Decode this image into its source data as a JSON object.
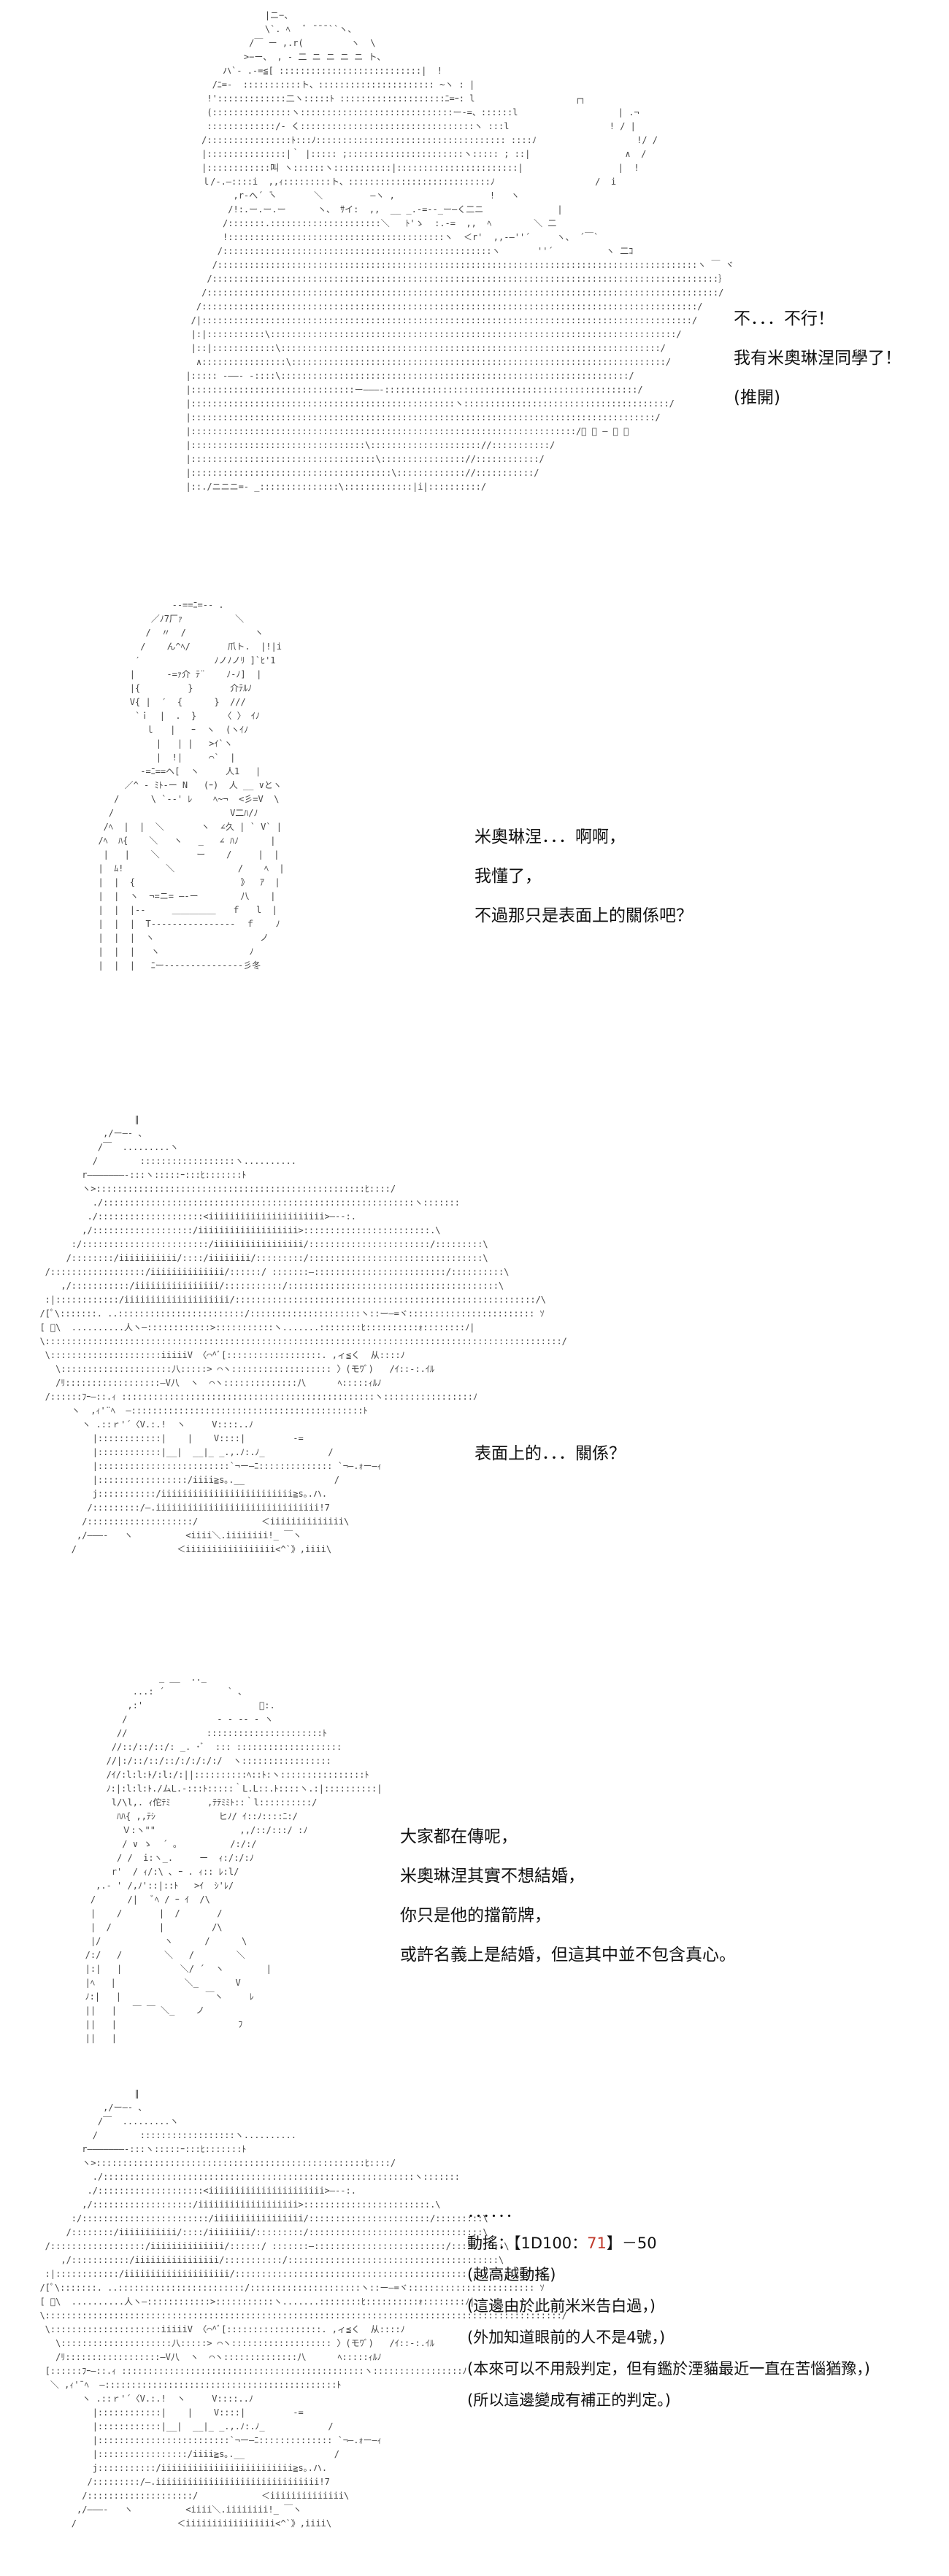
{
  "panels": [
    {
      "id": "p1",
      "art": "                 |ニ−、\n                 \\`. ﾍ   ﾞ ̄ ̄ ̄ ``ヽ、\n              /￣ ー ,.r(         ヽ  \\\n             >−ー、 , - 二 ニ ニ ニ ニ ト、\n         ハ`‐ .-=≦[ :::::::::::::::::::::::::::|  !\n       /ﾆ=-  :::::::::::ト、:::::::::::::::::::::: ~ヽ : |\n      !':::::::::::::二ヽ:::::ﾄ ::::::::::::::::::::ﾆ=ｰ: l                   ┌┐\n      (:::::::::::::::ヽ:::::::::::::::::::::::::::::ー-=、::::::l                   | .¬\n      :::::::::::::/‐ く:::::::::::::::::::::::::::::::::ヽ :::l                   ! / |\n     /::::::::::::::::ﾄ:::ﾉ:::::::::::::::::::::::::::::::::::: ::::ﾉ                   !/ /\n     |:::::::::::::::|｀ |::::: ;::::::::::::::::::::::ヽ::::: ; ::|                  ∧  /\n     |::::::::::::叫 ヽ::::::ヽ:::::::::::|:::::::::::::::::::::::|                  |  !\n     ｌ/‐.―::::i  ,,ｨ:::::::::ト、:::::::::::::::::::::::::::ﾉ                   /  i\n           ,r‐へ´ ̄ヽ       ＼         ―ヽ ,                  !   ヽ\n          /!:.ー.ー.ー      ヽ、 ｻイ:  ,,  __ _.-=-‐_ー―く二ニ              |\n         /:::::::.:::::::::::::::::::::＼   ﾄ'ゝ  :.-=  ,,  ﾍ        ＼ 二\n         !:::::::::::::::::::::::::::::::::::::::::ヽ  ＜r'  ,,-―''´     ヽ、 ´￣`\n        /:::::::::::::::::::::::::::::::::::::::::::::::::::ヽ       ''´          ヽ 二ｺ\n       /:::::::::::::::::::::::::::::::::::::::::::::::::::::::::::::::::::::::::::::::::::::::::::ヽ ￣ ヾ\n      /::::::::::::::::::::::::::::::::::::::::::::::::::::::::::::::::::::::::::::::::::::::::::::::::｝\n     /:::::::::::::::::::::::::::::::::::::::::::::::::::::::::::::::::::::::::::::::::::::::::::::::::/\n    /::::::::::::::::::::::::::::::::::::::::::::::::::::::::::::::::::::::::::::::::::::::::::::::/\n   /|:::::::::::::::::::::::::::::::::::::::::::::::::::::::::::::::::::::::::::::::::::::::::::::/\n   |:|:::::::::::\\:::::::::::::::::::::::::::::::::::::::::::::::::::::::::::::::::::::::::::::/\n   |::|::::::::::::\\::::::::::::::::::::::::::::::::::::::::::::::::::::::::::::::::::::::::/\n    ∧::::::::::::::::\\:::::::::::::::::::::::::::::::::::::::::::::::::::::::::::::::::::::::/\n  |::::: ‐――‐ -::::\\::::::::::::::::::::::::::::::::::::::::::::::::::::::::::::::::::/\n  |:::::::::::::::::::::::::::::::ー―――-::::::::::::::::::::::::::::::::::::::::::::::::/\n  |::::::::::::::::::::::::::::::::::::::::::::::::::ヽ:::::::::::::::::::::::::::::::::::::::/\n  |::::::::::::::::::::::::::::::::::::::::::::::::::::::::::::::::::::::::::::::::::::::::/\n  |:::::::::::::::::::::::::::::::::::::::::::::::::::::::::::::::::::::::::/ﾞ ＝ ― ＝ ﾞ\n  |:::::::::::::::::::::::::::::::::\\::::::::::::::::::::://:::::::::::/\n  |:::::::::::::::::::::::::::::::::::\\:::::::::::::::://::::::::::::/\n  |::::::::::::::::::::::::::::::::::::::\\::::::::::::://:::::::::::/\n  |::./ニニニ=- _:::::::::::::::\\:::::::::::::|i|::::::::::/",
      "lines": [
        "不．．．不行！",
        "我有米奧琳涅同學了！",
        "(推開)"
      ]
    },
    {
      "id": "p2",
      "art": "                -‐==ﾆ=‐- .\n            ／ﾉ7厂ｧ          ＼\n           /  〃  /             ヽ\n          /    ん^ﾍ/       爪ト.  |!|i\n         ′              ﾉノﾉノﾘ ]`ﾋ'1\n        |      ‐=ｧ介 ﾃ¨    ﾉ‐ﾉ]  |\n        |{         }       介ﾃﾙﾉ\n        V{ |  ′  {      }  ///\n         `ｉ  |  .  }     〈 〉 ｲﾉ\n           ｌ   |   ｰ  ヽ  (ヽｲﾉ\n             |   | |   >ｲ`ヽ\n             |  !|     ⌒`  |\n          -=ﾆ==ヘ[  ヽ     人1   |\n       ／^ ‐ ﾐﾄ‐ー N   (ｰ)  人 __ ∨とヽ\n     /      \\ `-‐' ﾚ    ﾍ~¬  <彡=V  \\\n    /                      V二ﾊ/ﾉ\n   /ﾍ  |  |  ＼       ヽ  ∠久 | ` V` |\n  /ﾍ  ﾊ{    ＼   ヽ   _   ∠ ﾊﾉ      |\n   |   |    ＼       ー    /     |  |\n  |  ﾑ!        ＼            /    ﾍ  |\n  |  |  {                    》  ｱ  |\n  |  |  ヽ  ¬=ニ= ―-ー        八    |\n  |  |  |‐-     ＿＿＿＿＿   ｆ   l  |\n  |  |  |  T‐‐‐‐‐‐‐‐‐‐‐‐‐‐‐‐  ｆ    ﾉ\n  |  |  |  ヽ                    ノ\n  |  |  |   ヽ                 ﾉ\n  |  |  |   ﾆー‐‐‐‐‐‐‐‐‐‐‐‐‐‐‐彡冬",
      "lines": [
        "米奧琳涅．．．啊啊，",
        "我懂了，",
        "不過那只是表面上的關係吧？"
      ]
    },
    {
      "id": "p3",
      "art": "                    ∥\n              ,/ー―- 、\n             /￣  .........ヽ\n            /        ::::::::::::::::::ヽ..........\n          r―――――――‐:::ヽ:::::ｰ:::ﾋ:::::::ﾄ\n          ヽ>:::::::::::::::::::::::::::::::::::::::::::::::::::ﾋ::::/\n            ./:::::::::::::::::::::::::::::::::::::::::::::::::::::::::::ヽ:::::::\n           ./::::::::::::::::::::<iiiiiiiiiiiiiiiiiiiiii>―--:.\n          ,/:::::::::::::::::::/iiiiiiiiiiiiiiiiiii>::::::::::::::::::::::::.\\\n        :/::::::::::::::::::::::::/iiiiiiiiiiiiiiiii/:::::::::::::::::::::::/:::::::::\\\n       /::::::::/iiiiiiiiiii/::::/iiiiiiii/:::::::::/:::::::::::::::::::::::::::::::::\\\n   /::::::::::::::::::/iiiiiiiiiiiiii/::::::/ :::::::―:::::::::::::::::::::::::/::::::::::\\\n      ,/:::::::::::/iiiiiiiiiiiiiiii/:::::::::::/::::::::::::::::::::::::::::::::::::::::\\\n   :|::::::::::::/iiiiiiiiiiiiiiiiiiii/:::::::::::::::::::::::::::::::::::::::::::::::::::::::::/\\\n  /[ﾟ\\:::::::. ..::::::::::::::::::::::::/:::::::::::::::::::::ヽ::ー―=ヾ:::::::::::::::::::::::: ｿ\n  [ ﾟ\\  ..........人ヽ―::::::::::::>:::::::::::ヽ.......::::::::ﾋ::::::::::ｫ::::::::ﾉ|\n  \\::::::::::::::::::::::::::::::::::::::::::::::::::::::::::::::::::::::::::::::::::::::::::::::::::/\n   \\:::::::::::::::::::::iiiiiV 〈⌒^ﾞ[::::::::::::::::::. ,ィ≦く  从::::ﾉ\n     \\:::::::::::::::::::::八:::::> ⌒ヽ::::::::::::::::::: 〉(モﾜﾞ)   /ｲ::-:.ｲﾙ\n     /ﾘ::::::::::::::::::―V八  ヽ  ⌒ヽ::::::::::::::八      ﾍ:::::ｨﾙﾉ\n   /::::::ﾌｰ―::.ｨ ::::::::::::::::::::::::::::::::::::::::::::::::ヽ:::::::::::::::::ﾉ\n        ヽ  ,ｨ'¨ﾍ  ―::::::::::::::::::::::::::::::::::::::::::::ﾄ\n          ヽ .::ｒ'´〈V.:.!  ヽ     V::::..ﾉ\n            |::::::::::::|    |    V::::|         -=\n            |::::::::::::|__|  __|_ _.,.ﾉ:.ﾉ_            /\n            |:::::::::::::::::::::::::`¬ー―ﾆ:::::::::::::: `¬―.ｫー―ｨ\n            |:::::::::::::::::/iiii≧s｡.__                 /\n            j:::::::::::/iiiiiiiiiiiiiiiiiiiiiiiii≧s｡.ハ.\n           /:::::::::/―.iiiiiiiiiiiiiiiiiiiiiiiiiiiiiii!7\n          /::::::::::::::::::::/            ＜iiiiiiiiiiiiii\\\n         ,/―――-   ヽ          <iiii＼.iiiiiiii!_ ￣ヽ\n        /                   ＜iiiiiiiiiiiiiiiii<^`》,iiii\\",
      "lines": [
        "表面上的．．．關係？"
      ]
    },
    {
      "id": "p4",
      "art": "                 _ __  .._\n            ...: ´            ` ､\n           ,:'                      ﾞ:.\n          /                 - ‐ ‐‐ - ヽ\n         //               ::::::::::::::::::::::ﾄ\n        //::/::/::/: _. ･ﾞ  ::: ::::::::::::::::::::\n       //|:/::/::/::/:/:/:/:/  ヽ:::::::::::::::::\n       /ｲ/:l:l:ﾄ/:l:/:||::::::::::ﾍ::ﾄ:ヽ::::::::::::::::ﾄ\n       ﾉ:|:l:l:ﾄ./ムL.-:::ﾄ:::::｀L.L::.ﾄ::::ヽ.:|::::::::::|\n        l/\\l,. ｨ佗ﾃﾐ       ,ﾃﾃﾐﾐﾄ::｀l::::::::::/\n         ﾊﾊ{ ,,ﾃｼ            ヒﾉ/ ｲ::ﾉ::::ﾆ:/\n          Ｖ:ヽ\"\"                ,,/::/:::/ :ﾉ\n          / ∨ ゝ  ´ ｡          /:/:/\n         / /  i:ヽ_.     ー  ｨ:/:/:ﾉ\n        r'  / ｨ/:\\ ､ ｰ . ｨ:: ﾚ:l/\n     ,.- ' /,ﾉ'::|::ﾄ   >ｲ  ｼ'ﾚ/\n    /      /|   ﾞﾍ / ｰ ｲ  /\\\n    |    /       |  /       /\n    |  /         |         /\\\n    |/            ヽ      /      \\\n   /:/   /        ＼   /        ＼\n   |:|   |           ＼/ ´  ヽ        |\n   |ﾍ   |             ＼_       V\n   ﾉ:|   |                ￣ヽ     ﾚ\n   ||   |   ￣ ￣ ＼_    ノ\n   ||   |                       ﾌ\n   ||   |",
      "lines": [
        "大家都在傳呢，",
        "米奧琳涅其實不想結婚，",
        "你只是他的擋箭牌，",
        "或許名義上是結婚，但這其中並不包含真心。"
      ]
    },
    {
      "id": "p5",
      "art": "                    ∥\n              ,/ー―- 、\n             /￣  .........ヽ\n            /        ::::::::::::::::::ヽ..........\n          r―――――――‐:::ヽ:::::ｰ:::ﾋ:::::::ﾄ\n          ヽ>:::::::::::::::::::::::::::::::::::::::::::::::::::ﾋ::::/\n            ./:::::::::::::::::::::::::::::::::::::::::::::::::::::::::::ヽ:::::::\n           ./::::::::::::::::::::<iiiiiiiiiiiiiiiiiiiiii>―--:.\n          ,/:::::::::::::::::::/iiiiiiiiiiiiiiiiiii>::::::::::::::::::::::::.\\\n        :/::::::::::::::::::::::::/iiiiiiiiiiiiiiiii/:::::::::::::::::::::::/:::::::::\\\n       /::::::::/iiiiiiiiiii/::::/iiiiiiii/:::::::::/:::::::::::::::::::::::::::::::::\\\n   /::::::::::::::::::/iiiiiiiiiiiiii/::::::/ :::::::―:::::::::::::::::::::::::/::::::::::\\\n      ,/:::::::::::/iiiiiiiiiiiiiiii/:::::::::::/::::::::::::::::::::::::::::::::::::::::\\\n   :|::::::::::::/iiiiiiiiiiiiiiiiiiii/:::::::::::::::::::::::::::::::::::::::::::::::::::::::::/\\\n  /[ﾟ\\:::::::. ..::::::::::::::::::::::::/:::::::::::::::::::::ヽ::ー―=ヾ:::::::::::::::::::::::: ｿ\n  [ ﾟ\\  ..........人ヽ―::::::::::::>:::::::::::ヽ.......::::::::ﾋ::::::::::ｫ::::::::ﾉ|\n  \\::::::::::::::::::::::::::::::::::::::::::::::::::::::::::::::::::::::::::::::::::::::::::::::::::/\n   \\:::::::::::::::::::::iiiiiV 〈⌒^ﾞ[::::::::::::::::::. ,ィ≦く  从::::ﾉ\n     \\:::::::::::::::::::::八:::::> ⌒ヽ::::::::::::::::::: 〉(モﾜﾞ)   /ｲ::-:.ｲﾙ\n     /ﾘ::::::::::::::::::―V八  ヽ  ⌒ヽ::::::::::::::八      ﾍ:::::ｨﾙﾉ\n   [::::::ﾌｰ―::.ｨ ::::::::::::::::::::::::::::::::::::::::::::::ヽ:::::::::::::::::ﾉ\n    ＼ ,ｨ'¨ﾍ  ―::::::::::::::::::::::::::::::::::::::::::::ﾄ\n          ヽ .::ｒ'´〈V.:.!  ヽ     V::::..ﾉ\n            |::::::::::::|    |    V::::|         -=\n            |::::::::::::|__|  __|_ _.,.ﾉ:.ﾉ_            /\n            |:::::::::::::::::::::::::`¬ー―ﾆ:::::::::::::: `¬―.ｫー―ｨ\n            |:::::::::::::::::/iiii≧s｡.__                 /\n            j:::::::::::/iiiiiiiiiiiiiiiiiiiiiiiii≧s｡.ハ.\n           /:::::::::/―.iiiiiiiiiiiiiiiiiiiiiiiiiiiiiii!7\n          /::::::::::::::::::::/            ＜iiiiiiiiiiiiii\\\n         ,/―――-   ヽ          <iiii＼.iiiiiiii!_ ￣ヽ\n        /                   ＜iiiiiiiiiiiiiiiii<^`》,iiii\\",
      "dots": "．．．．．．",
      "dice_label": "動搖：【1D100：",
      "dice_value": "71",
      "dice_tail": "】－50",
      "notes": [
        "(越高越動搖)",
        "(這邊由於此前米米告白過，)",
        "(外加知道眼前的人不是4號，)",
        "(本來可以不用殼判定，但有鑑於湮貓最近一直在苦惱猶豫，)",
        "(所以這邊變成有補正的判定。)"
      ]
    }
  ]
}
